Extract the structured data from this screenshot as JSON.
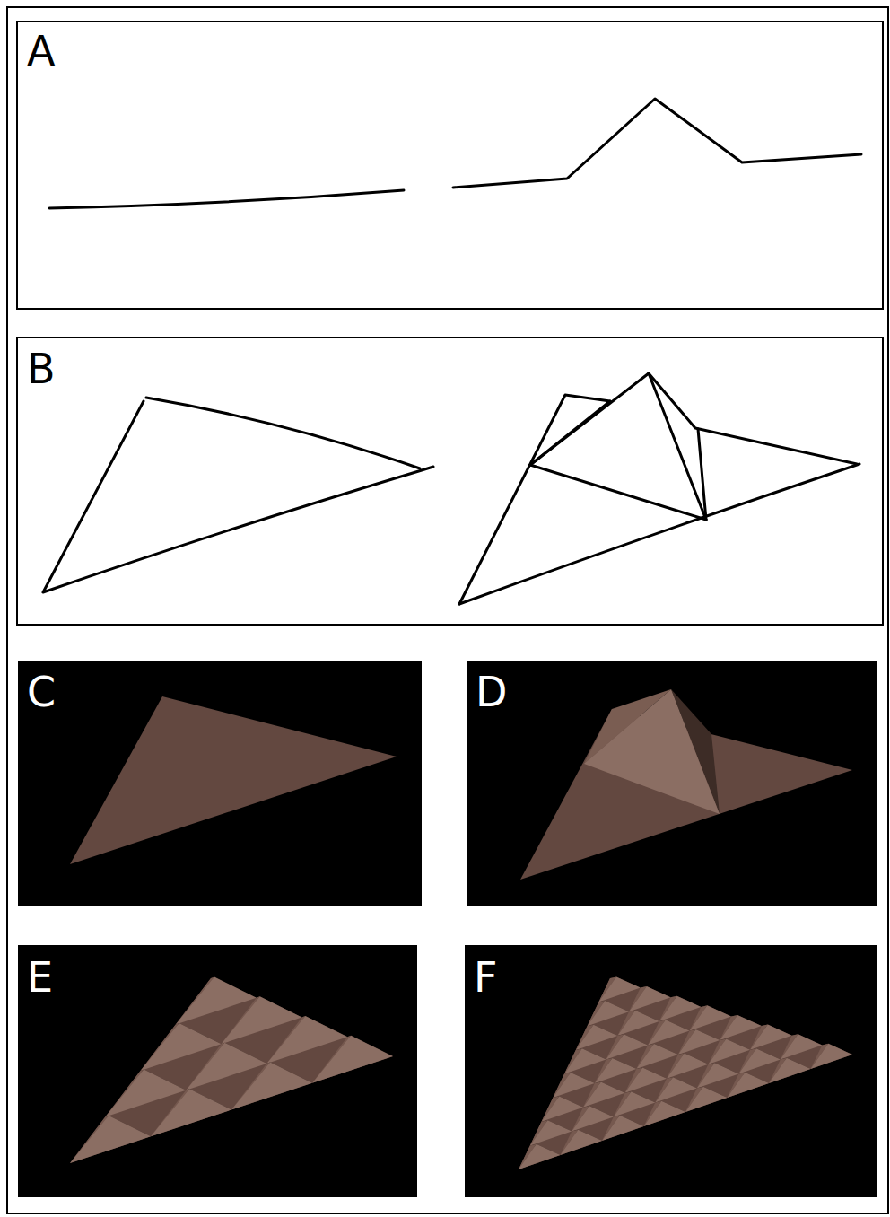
{
  "diagram": {
    "labels": [
      "A",
      "B",
      "C",
      "D",
      "E",
      "F"
    ]
  }
}
